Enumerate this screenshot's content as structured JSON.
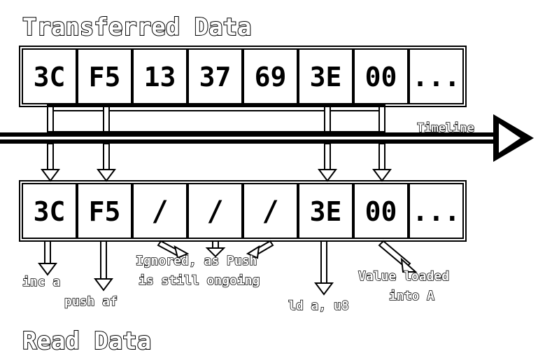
{
  "titles": {
    "top": "Transferred Data",
    "bottom": "Read Data"
  },
  "timeline_label": "Timeline",
  "transferred": [
    "3C",
    "F5",
    "13",
    "37",
    "69",
    "3E",
    "00",
    "..."
  ],
  "read": [
    "3C",
    "F5",
    "/",
    "/",
    "/",
    "3E",
    "00",
    "..."
  ],
  "annotations": {
    "inc": "inc a",
    "push": "push af",
    "ignored_line1": "Ignored, as Push",
    "ignored_line2": "is still ongoing",
    "ld": "ld a, u8",
    "value_line1": "Value loaded",
    "value_line2": "into A"
  },
  "colors": {
    "ink": "#000000",
    "paper": "#ffffff"
  }
}
